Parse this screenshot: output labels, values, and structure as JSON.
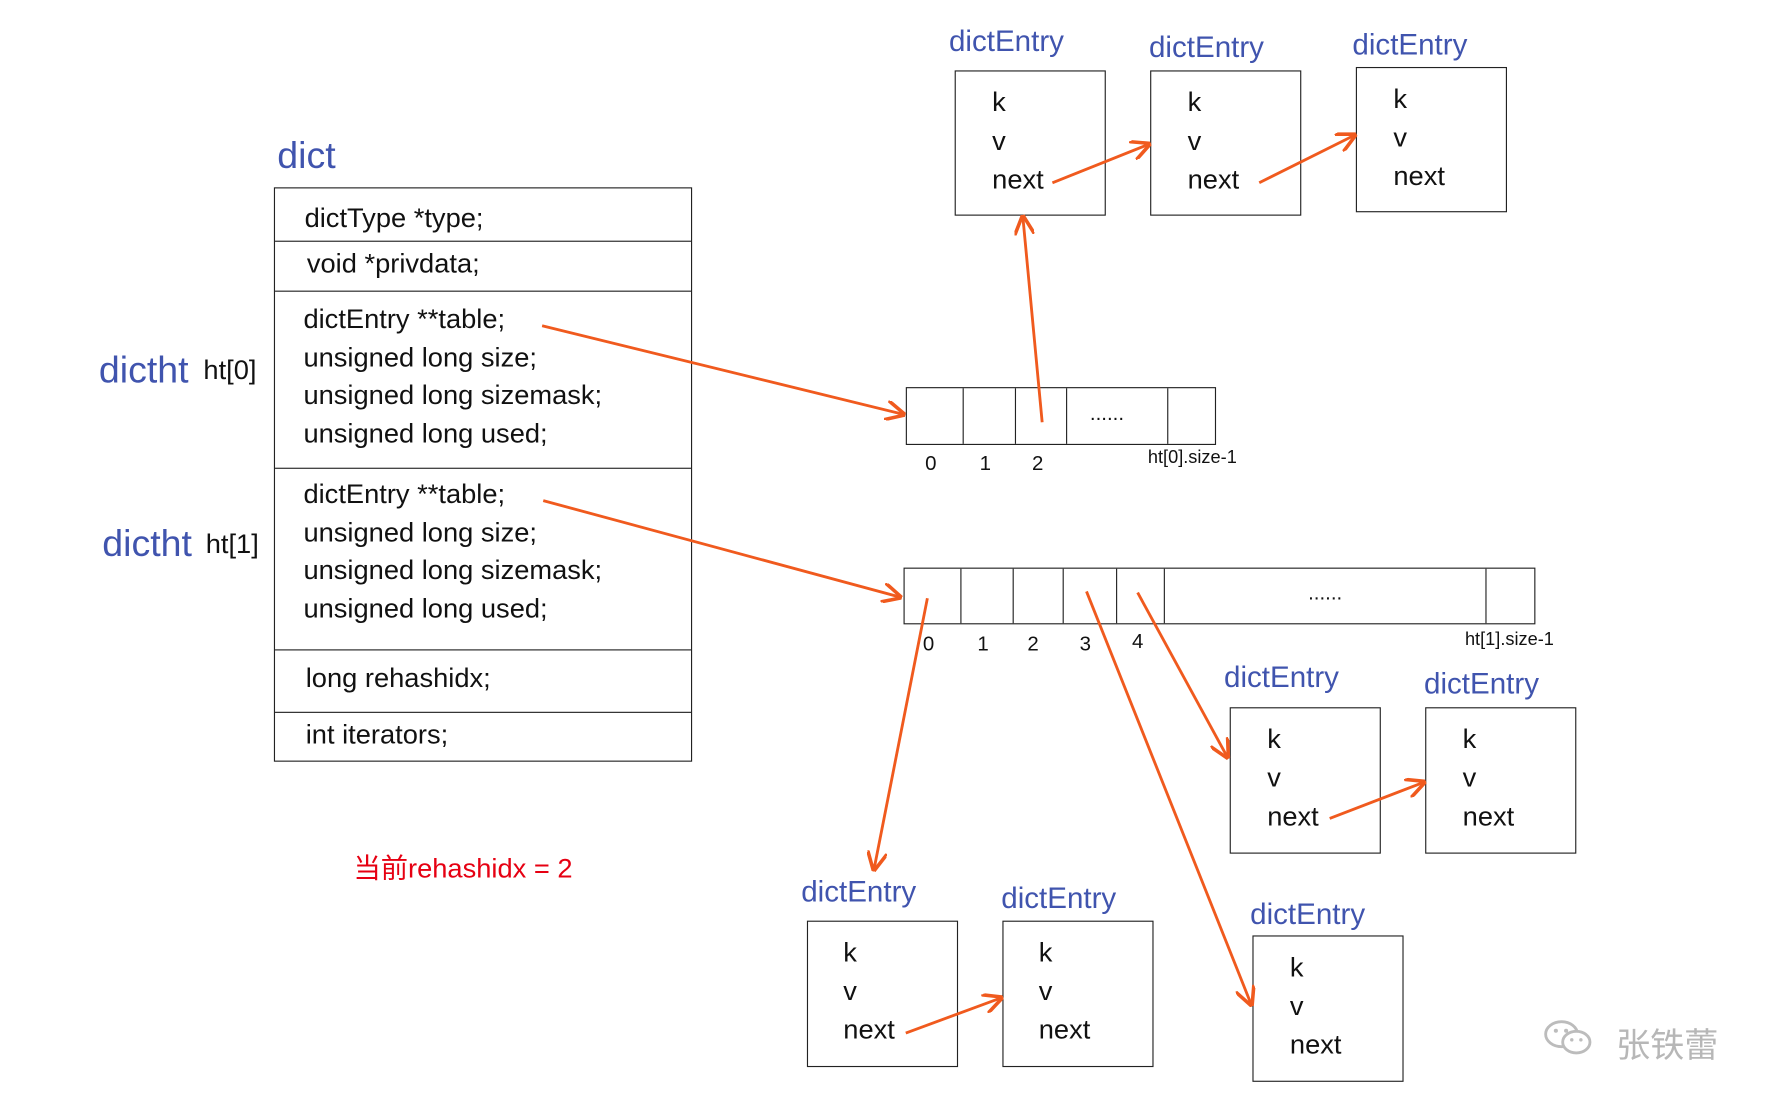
{
  "dict": {
    "title": "dict",
    "type_field": "dictType *type;",
    "privdata_field": "void *privdata;",
    "ht0": {
      "struct_label": "dictht",
      "name_label": "ht[0]",
      "table": "dictEntry **table;",
      "size": "unsigned long size;",
      "sizemask": "unsigned long sizemask;",
      "used": "unsigned long used;"
    },
    "ht1": {
      "struct_label": "dictht",
      "name_label": "ht[1]",
      "table": "dictEntry **table;",
      "size": "unsigned long size;",
      "sizemask": "unsigned long sizemask;",
      "used": "unsigned long used;"
    },
    "rehashidx_field": "long rehashidx;",
    "iterators_field": "int iterators;"
  },
  "array0": {
    "indices": [
      "0",
      "1",
      "2"
    ],
    "ellipsis": "......",
    "last_label": "ht[0].size-1"
  },
  "array1": {
    "indices": [
      "0",
      "1",
      "2",
      "3",
      "4"
    ],
    "ellipsis": "......",
    "last_label": "ht[1].size-1"
  },
  "entry": {
    "title": "dictEntry",
    "k": "k",
    "v": "v",
    "next": "next"
  },
  "note": "当前rehashidx = 2",
  "watermark": "张铁蕾",
  "colors": {
    "label_blue": "#4054ae",
    "arrow_orange": "#f05a1e",
    "note_red": "#e60012"
  }
}
